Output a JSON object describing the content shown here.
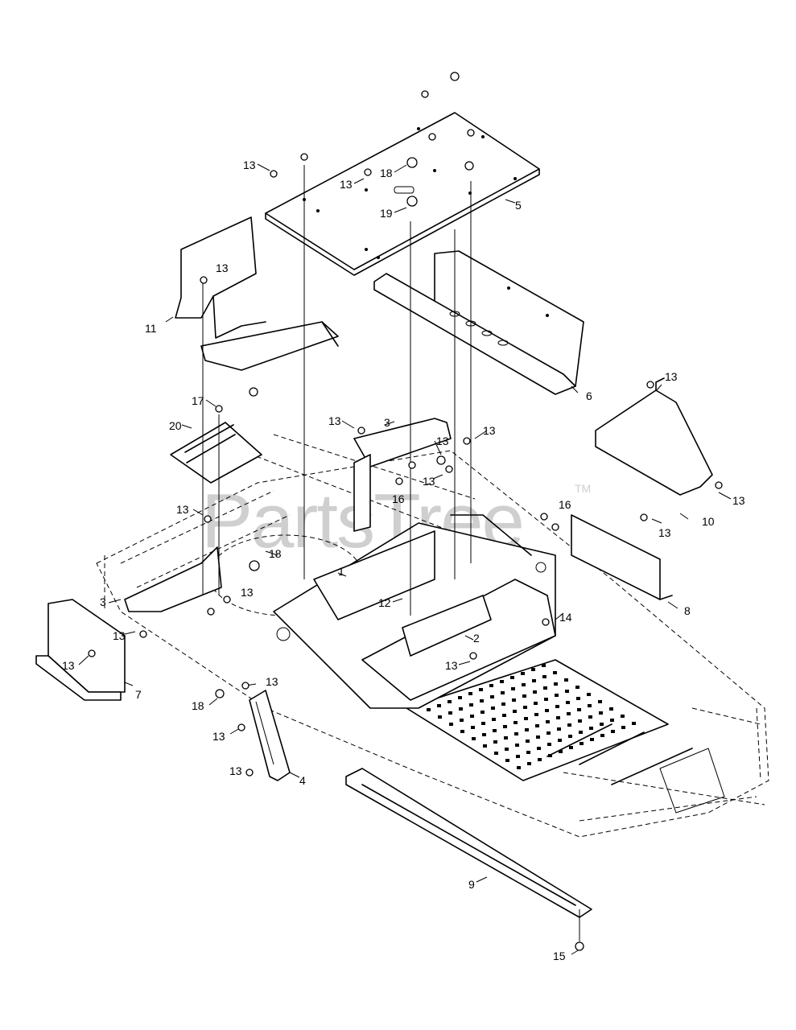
{
  "watermark": {
    "text": "PartsTree",
    "trademark": "TM"
  },
  "callouts": [
    {
      "id": "c1",
      "text": "13"
    },
    {
      "id": "c2",
      "text": "13"
    },
    {
      "id": "c3",
      "text": "18"
    },
    {
      "id": "c4",
      "text": "19"
    },
    {
      "id": "c5",
      "text": "5"
    },
    {
      "id": "c6",
      "text": "13"
    },
    {
      "id": "c7",
      "text": "11"
    },
    {
      "id": "c8",
      "text": "6"
    },
    {
      "id": "c9",
      "text": "17"
    },
    {
      "id": "c10",
      "text": "20"
    },
    {
      "id": "c11",
      "text": "13"
    },
    {
      "id": "c12",
      "text": "3"
    },
    {
      "id": "c13",
      "text": "13"
    },
    {
      "id": "c14",
      "text": "13"
    },
    {
      "id": "c15",
      "text": "13"
    },
    {
      "id": "c16",
      "text": "16"
    },
    {
      "id": "c17",
      "text": "13"
    },
    {
      "id": "c18",
      "text": "16"
    },
    {
      "id": "c19",
      "text": "13"
    },
    {
      "id": "c20",
      "text": "13"
    },
    {
      "id": "c21",
      "text": "13"
    },
    {
      "id": "c22",
      "text": "10"
    },
    {
      "id": "c23",
      "text": "13"
    },
    {
      "id": "c24",
      "text": "18"
    },
    {
      "id": "c25",
      "text": "1"
    },
    {
      "id": "c26",
      "text": "3"
    },
    {
      "id": "c27",
      "text": "13"
    },
    {
      "id": "c28",
      "text": "12"
    },
    {
      "id": "c29",
      "text": "14"
    },
    {
      "id": "c30",
      "text": "8"
    },
    {
      "id": "c31",
      "text": "13"
    },
    {
      "id": "c32",
      "text": "13"
    },
    {
      "id": "c33",
      "text": "2"
    },
    {
      "id": "c34",
      "text": "13"
    },
    {
      "id": "c35",
      "text": "7"
    },
    {
      "id": "c36",
      "text": "18"
    },
    {
      "id": "c37",
      "text": "13"
    },
    {
      "id": "c38",
      "text": "13"
    },
    {
      "id": "c39",
      "text": "4"
    },
    {
      "id": "c40",
      "text": "9"
    },
    {
      "id": "c41",
      "text": "15"
    }
  ]
}
